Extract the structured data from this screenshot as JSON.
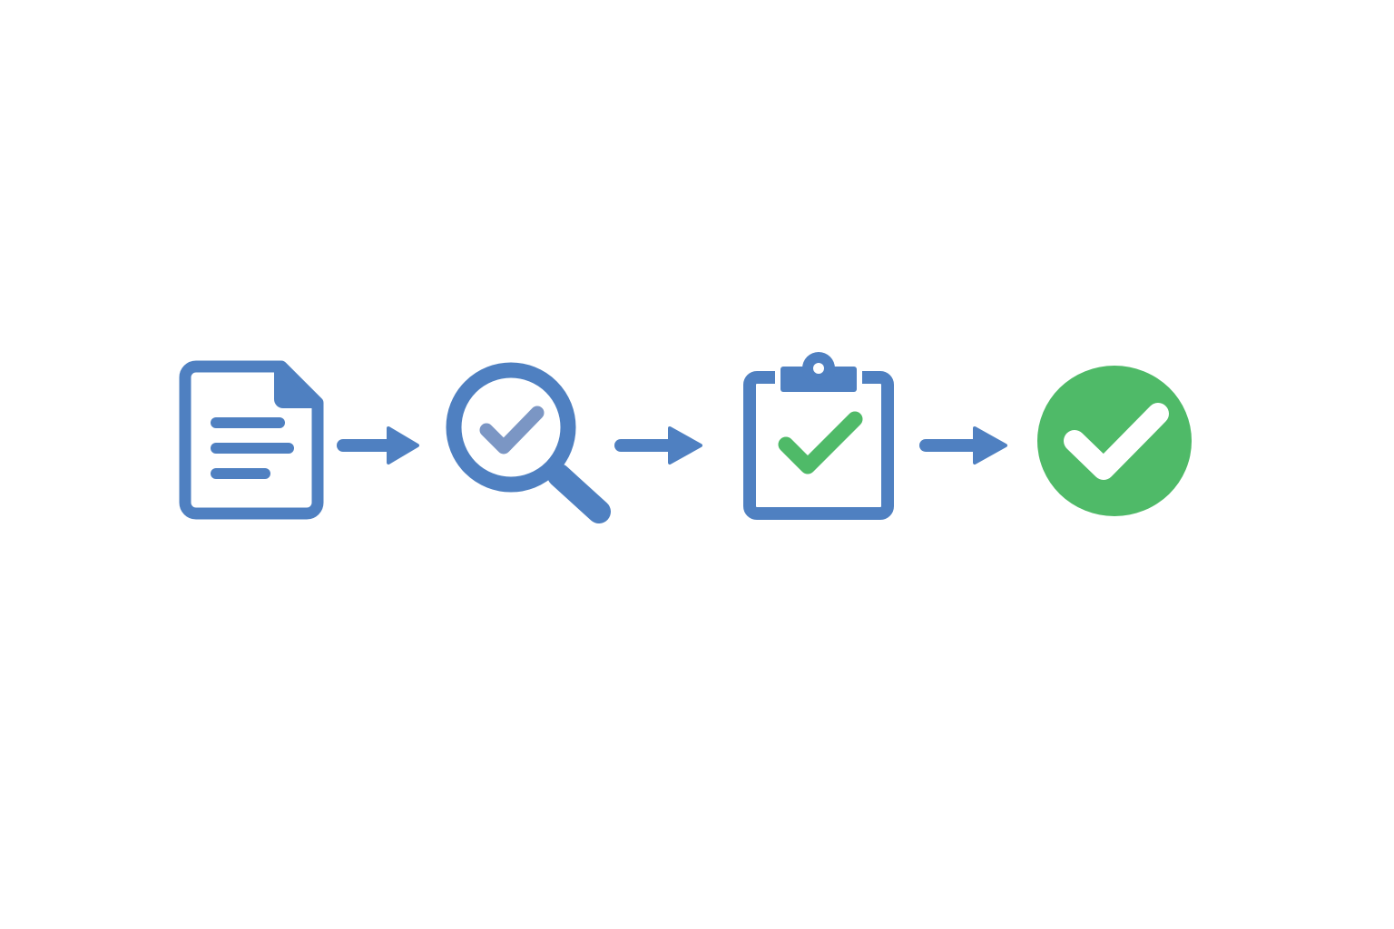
{
  "diagram": {
    "steps": [
      {
        "id": "document",
        "icon": "document-icon"
      },
      {
        "id": "review",
        "icon": "magnifier-check-icon"
      },
      {
        "id": "checklist",
        "icon": "clipboard-check-icon"
      },
      {
        "id": "complete",
        "icon": "circle-check-icon"
      }
    ],
    "connectors": [
      "arrow-right-icon",
      "arrow-right-icon",
      "arrow-right-icon"
    ],
    "colors": {
      "blue": "#4f80c1",
      "slate": "#7b96c4",
      "green": "#4fba68",
      "background": "#ffffff"
    }
  }
}
